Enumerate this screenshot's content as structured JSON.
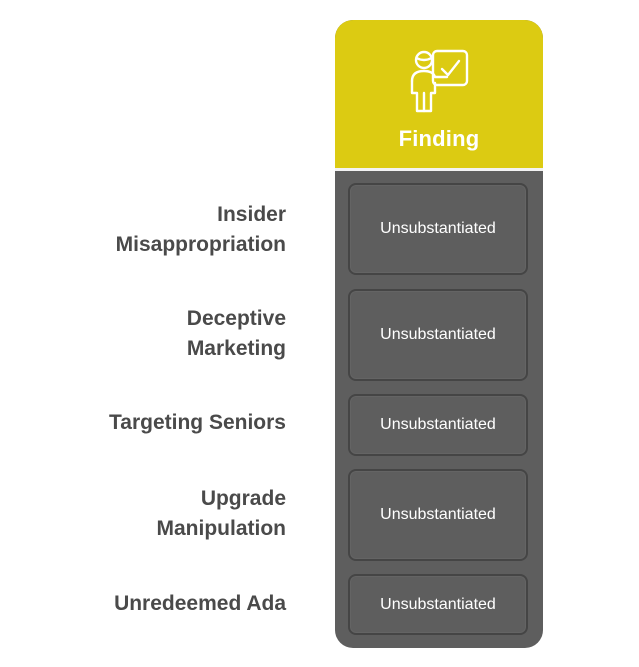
{
  "column": {
    "title": "Finding",
    "icon": "presenter-with-checkmark-board-icon",
    "header_color": "#dccb12",
    "body_color": "#5e5e5e"
  },
  "rows": [
    {
      "label": "Insider Misappropriation",
      "label_lines": [
        "Insider",
        "Misappropriation"
      ],
      "finding": "Unsubstantiated"
    },
    {
      "label": "Deceptive Marketing",
      "label_lines": [
        "Deceptive",
        "Marketing"
      ],
      "finding": "Unsubstantiated"
    },
    {
      "label": "Targeting Seniors",
      "label_lines": [
        "Targeting Seniors"
      ],
      "finding": "Unsubstantiated"
    },
    {
      "label": "Upgrade Manipulation",
      "label_lines": [
        "Upgrade",
        "Manipulation"
      ],
      "finding": "Unsubstantiated"
    },
    {
      "label": "Unredeemed Ada",
      "label_lines": [
        "Unredeemed Ada"
      ],
      "finding": "Unsubstantiated"
    }
  ]
}
